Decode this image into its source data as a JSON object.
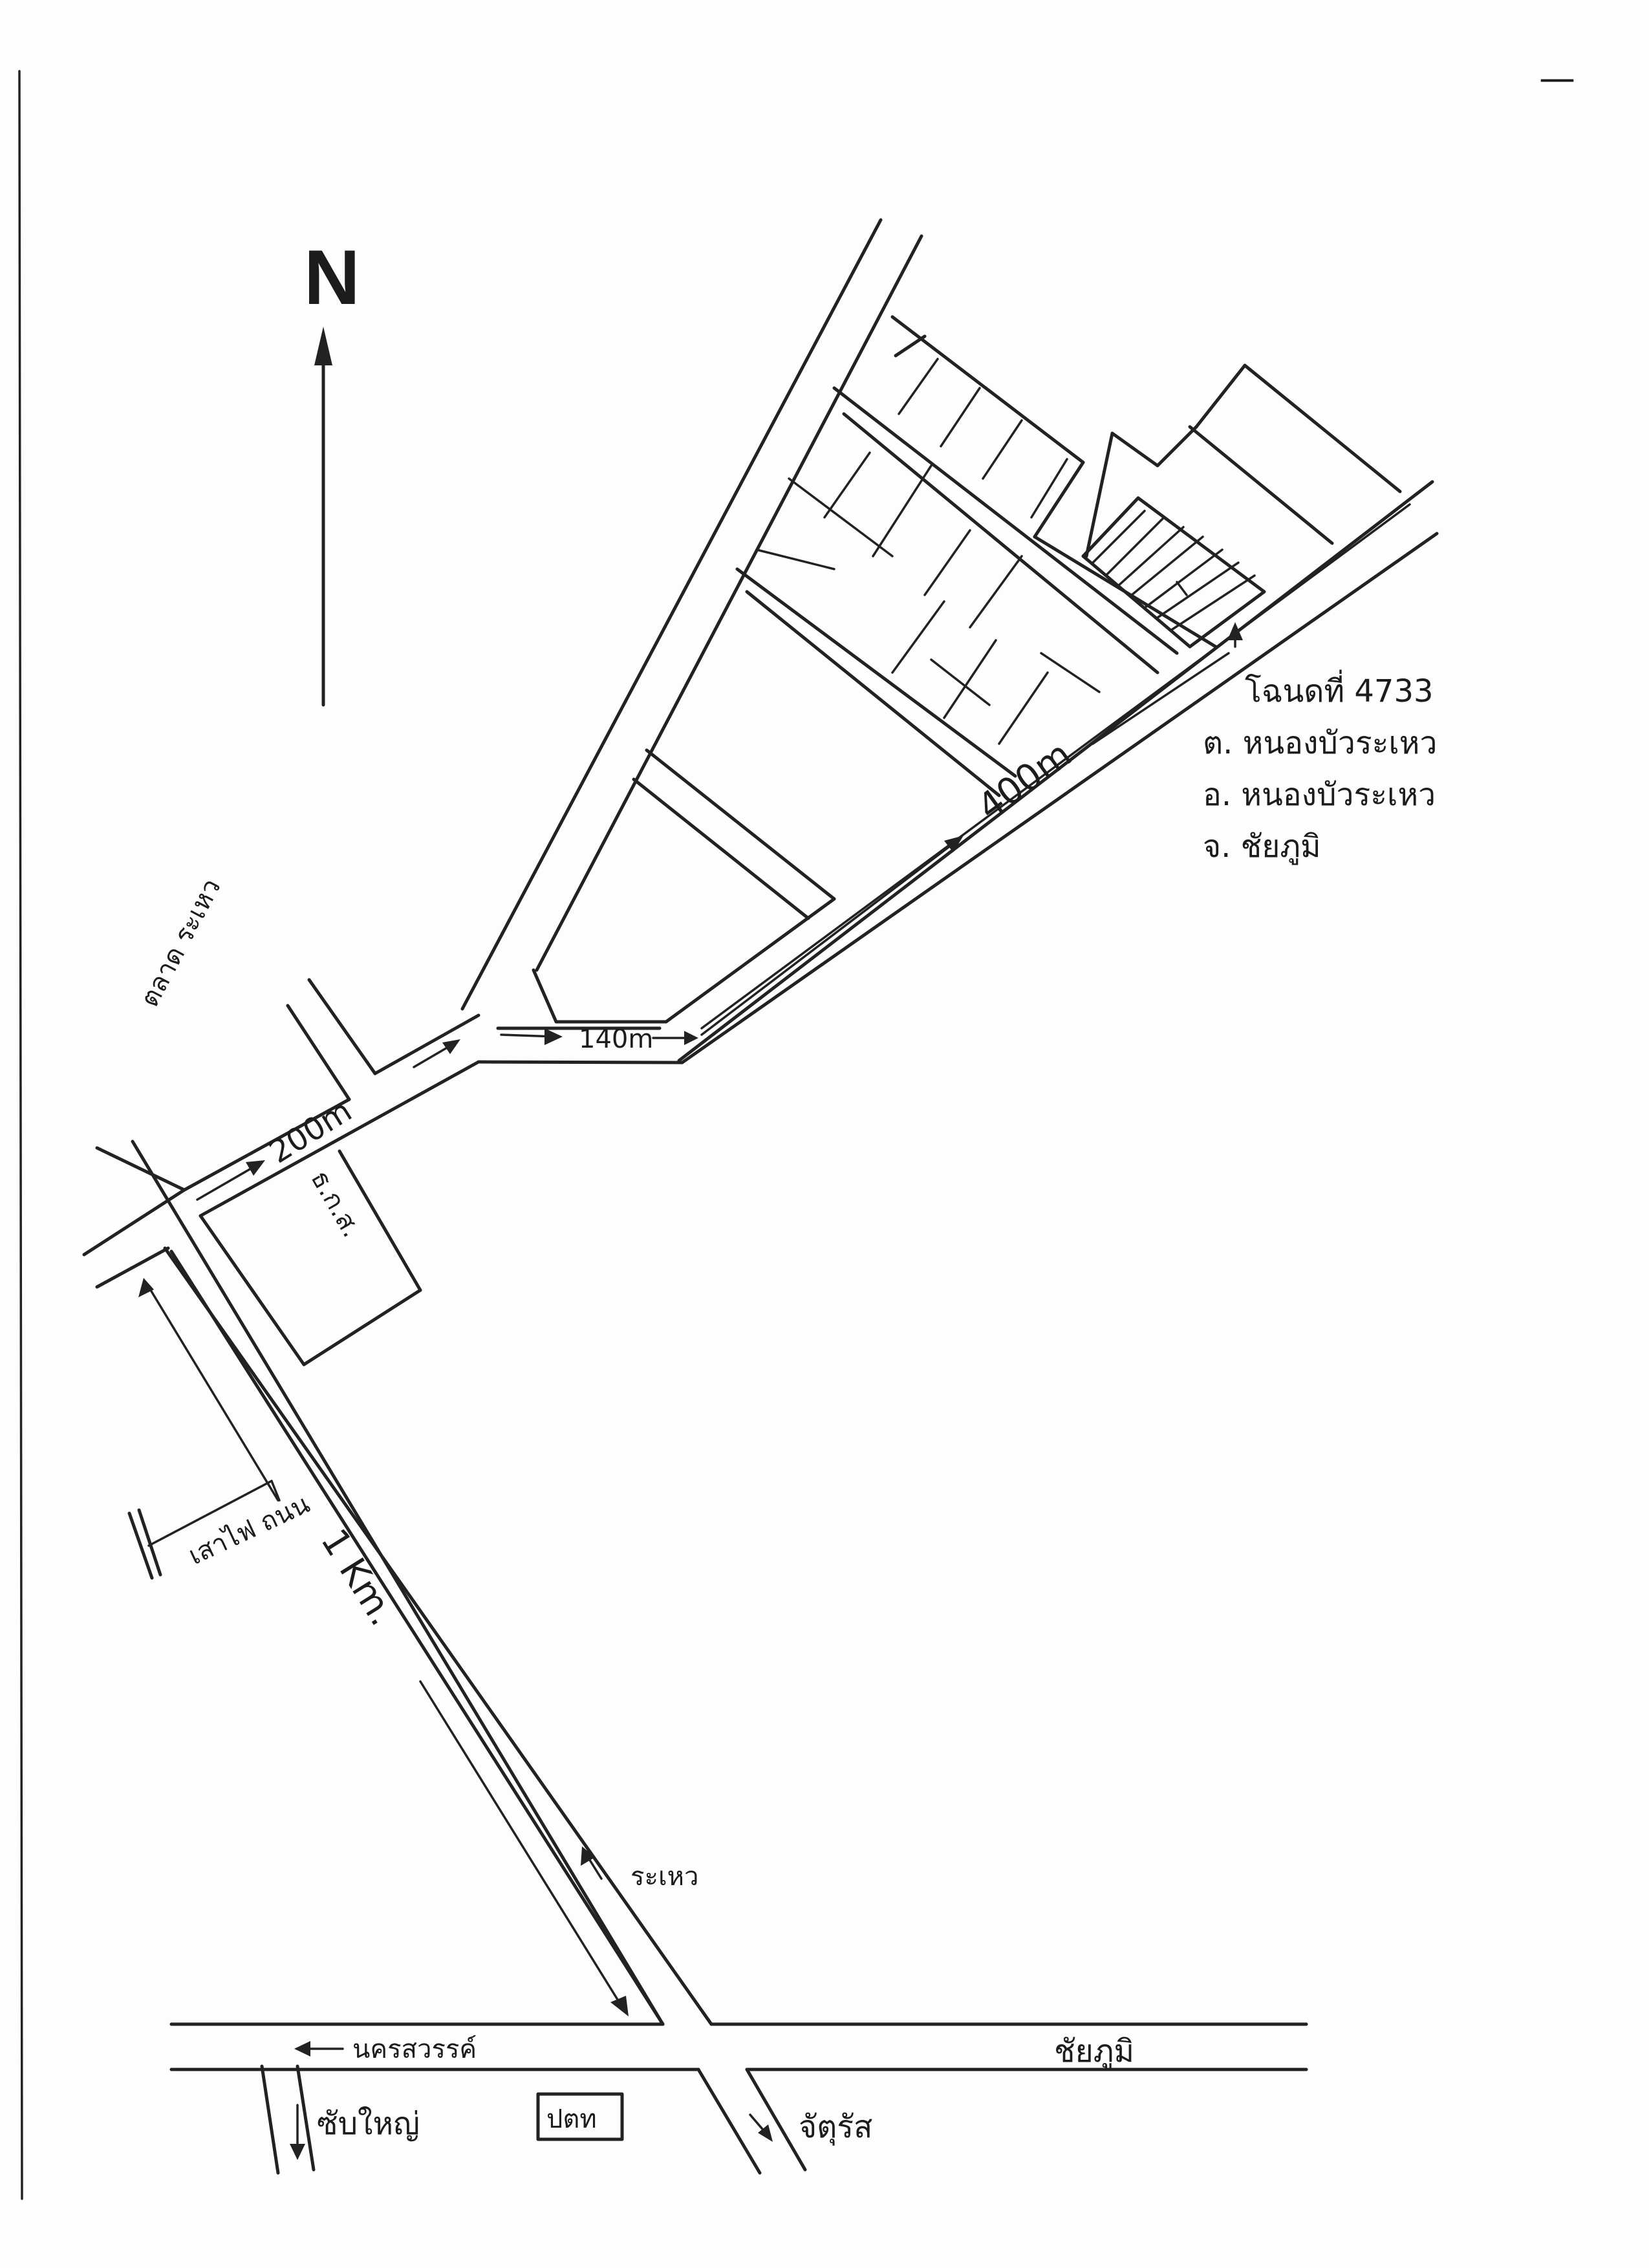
{
  "map": {
    "north_label": "N",
    "deed_info": {
      "deed_number": "โฉนดที่ 4733",
      "subdistrict": "ต. หนองบัวระเหว",
      "district": "อ. หนองบัวระเหว",
      "province": "จ. ชัยภูมิ"
    },
    "distances": {
      "long_road": "400m",
      "short_road": "140m",
      "junction_road": "200m",
      "main_road": "1 Km."
    },
    "places": {
      "market": "ตลาด ระเหว",
      "upper_building": "ธ.ก.ส.",
      "flagpole": "เสาไฟ ถนน",
      "direction_rahaeo": "ระเหว",
      "direction_nakhon_sawan": "นครสวรรค์",
      "direction_chaiyaphum": "ชัยภูมิ",
      "bottom_left": "ซับใหญ่",
      "post_office": "ปตท",
      "bottom_right": "จัตุรัส"
    },
    "ink_color": "#222222",
    "parcel_hatch": true,
    "margin_mark": "—"
  }
}
